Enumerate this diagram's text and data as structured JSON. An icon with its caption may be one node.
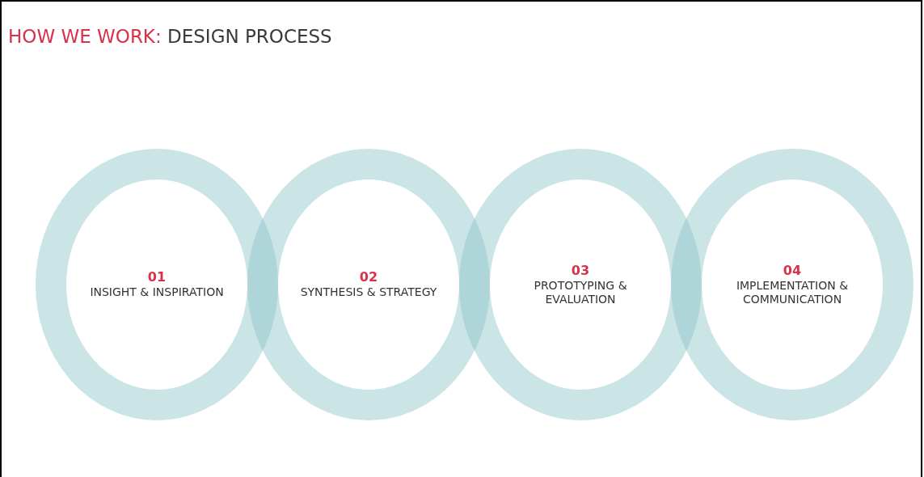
{
  "diagram": {
    "title": "HOW WE WORK: DESIGN PROCESS",
    "nodes": [
      {
        "text": [
          "01",
          "INSIGHT & INSPIRATION"
        ]
      },
      {
        "text": [
          "02",
          "SYNTHESIS & STRATEGY"
        ]
      },
      {
        "text": [
          "03",
          "PROTOTYPING & EVALUATION"
        ]
      },
      {
        "text": [
          "04",
          "IMPLEMENTATION & COMMUNICATION"
        ]
      }
    ]
  }
}
